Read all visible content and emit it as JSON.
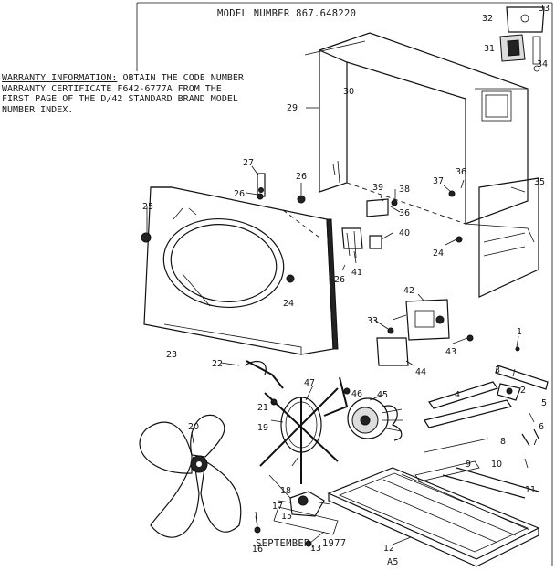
{
  "header": {
    "model_number": "MODEL NUMBER  867.648220"
  },
  "warranty": {
    "heading": "WARRANTY INFORMATION:",
    "line1_rest": " OBTAIN THE CODE NUMBER",
    "line2": "WARRANTY CERTIFICATE F642-6777A FROM THE",
    "line3": "FIRST PAGE OF THE D/42 STANDARD BRAND MODEL",
    "line4": "NUMBER INDEX."
  },
  "footer": {
    "date": "SEPTEMBER, 1977",
    "page_code": "A5"
  },
  "callouts": {
    "c1": "1",
    "c2": "2",
    "c3": "3",
    "c4": "4",
    "c5": "5",
    "c6": "6",
    "c7": "7",
    "c8": "8",
    "c9": "9",
    "c10": "10",
    "c11": "11",
    "c12": "12",
    "c13": "13",
    "c15": "15",
    "c16": "16",
    "c17": "17",
    "c18": "18",
    "c19": "19",
    "c20": "20",
    "c21": "21",
    "c22": "22",
    "c23": "23",
    "c24a": "24",
    "c24b": "24",
    "c25": "25",
    "c26a": "26",
    "c26b": "26",
    "c26c": "26",
    "c27": "27",
    "c29": "29",
    "c30": "30",
    "c31": "31",
    "c32": "32",
    "c33a": "33",
    "c33b": "33",
    "c34": "34",
    "c35": "35",
    "c36a": "36",
    "c36b": "36",
    "c37": "37",
    "c38": "38",
    "c39": "39",
    "c40": "40",
    "c41": "41",
    "c42": "42",
    "c43": "43",
    "c44": "44",
    "c45": "45",
    "c46": "46",
    "c47": "47"
  }
}
